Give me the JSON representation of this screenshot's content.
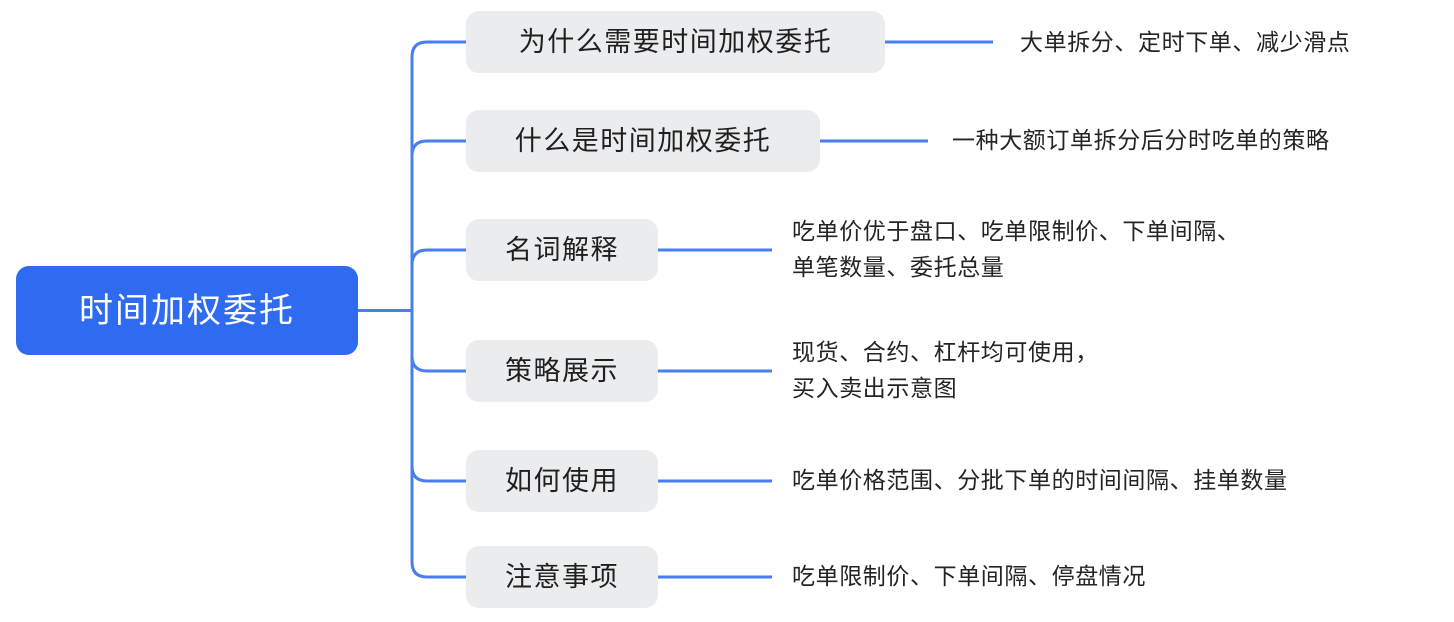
{
  "diagram": {
    "type": "mindmap",
    "title": "时间加权委托",
    "colors": {
      "root_background": "#2f6bf0",
      "root_text": "#ffffff",
      "branch_background": "#ebecee",
      "branch_text": "#1f1f1f",
      "connector": "#4a7ded",
      "leaf_text": "#242424",
      "canvas_background": "#ffffff"
    },
    "root": {
      "label": "时间加权委托"
    },
    "branches": [
      {
        "label": "为什么需要时间加权委托",
        "detail": "大单拆分、定时下单、减少滑点"
      },
      {
        "label": "什么是时间加权委托",
        "detail": "一种大额订单拆分后分时吃单的策略"
      },
      {
        "label": "名词解释",
        "detail": "吃单价优于盘口、吃单限制价、下单间隔、\n单笔数量、委托总量"
      },
      {
        "label": "策略展示",
        "detail": "现货、合约、杠杆均可使用，\n买入卖出示意图"
      },
      {
        "label": "如何使用",
        "detail": "吃单价格范围、分批下单的时间间隔、挂单数量"
      },
      {
        "label": "注意事项",
        "detail": "吃单限制价、下单间隔、停盘情况"
      }
    ]
  }
}
